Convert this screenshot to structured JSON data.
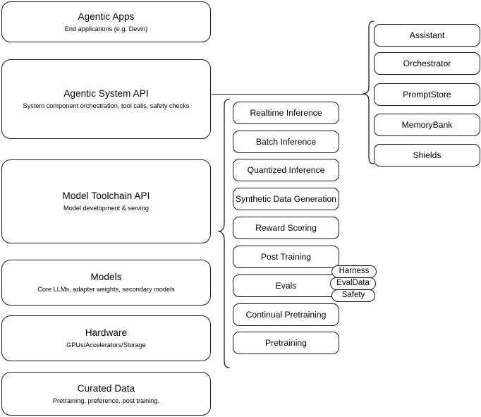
{
  "diagram": {
    "title": "Agentic AI stack layered architecture",
    "background_color": "#ffffff",
    "stroke_color": "#1a1a1a"
  },
  "stack_layers": [
    {
      "id": "agentic-apps",
      "title": "Agentic Apps",
      "subtitle": "End applications (e.g. Devin)"
    },
    {
      "id": "agentic-system-api",
      "title": "Agentic System API",
      "subtitle": "System component orchestration, tool calls, safety checks"
    },
    {
      "id": "model-toolchain-api",
      "title": "Model Toolchain API",
      "subtitle": "Model development & serving"
    },
    {
      "id": "models",
      "title": "Models",
      "subtitle": "Core LLMs, adapter weights, secondary models"
    },
    {
      "id": "hardware",
      "title": "Hardware",
      "subtitle": "GPUs/Accelerators/Storage"
    },
    {
      "id": "curated-data",
      "title": "Curated Data",
      "subtitle": "Pretraining, preference, post training."
    }
  ],
  "toolchain_capabilities": [
    {
      "id": "realtime-inference",
      "label": "Realtime Inference"
    },
    {
      "id": "batch-inference",
      "label": "Batch Inference"
    },
    {
      "id": "quantized-inference",
      "label": "Quantized Inference"
    },
    {
      "id": "synthetic-data-generation",
      "label": "Synthetic Data Generation"
    },
    {
      "id": "reward-scoring",
      "label": "Reward Scoring"
    },
    {
      "id": "post-training",
      "label": "Post Training"
    },
    {
      "id": "evals",
      "label": "Evals"
    },
    {
      "id": "continual-pretraining",
      "label": "Continual Pretraining"
    },
    {
      "id": "pretraining",
      "label": "Pretraining"
    }
  ],
  "eval_badges": [
    {
      "id": "harness",
      "label": "Harness"
    },
    {
      "id": "evaldata",
      "label": "EvalData"
    },
    {
      "id": "safety",
      "label": "Safety"
    }
  ],
  "system_components": [
    {
      "id": "assistant",
      "label": "Assistant"
    },
    {
      "id": "orchestrator",
      "label": "Orchestrator"
    },
    {
      "id": "promptstore",
      "label": "PromptStore"
    },
    {
      "id": "memorybank",
      "label": "MemoryBank"
    },
    {
      "id": "shields",
      "label": "Shields"
    }
  ]
}
